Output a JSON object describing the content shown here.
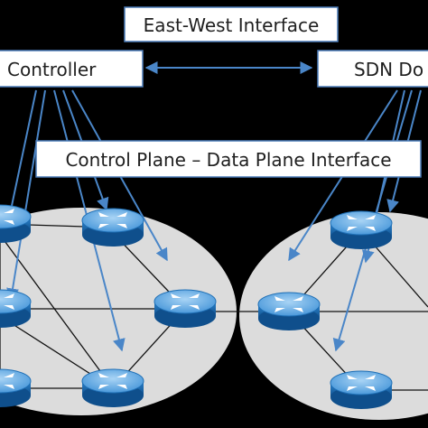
{
  "labels": {
    "east_west": "East-West Interface",
    "controller_left": "Controller",
    "controller_right": "SDN Do",
    "cp_dp": "Control Plane – Data Plane Interface"
  },
  "colors": {
    "background": "#000000",
    "label_box_fill": "#ffffff",
    "label_box_stroke": "#4a7bb7",
    "arrow": "#4a86c8",
    "cloud": "#dcdcdc",
    "router_body": "#1f6fb5",
    "router_top": "#4f9ee0",
    "link": "#111111"
  },
  "icons": {
    "router": "router-icon",
    "arrow": "arrow-icon"
  }
}
